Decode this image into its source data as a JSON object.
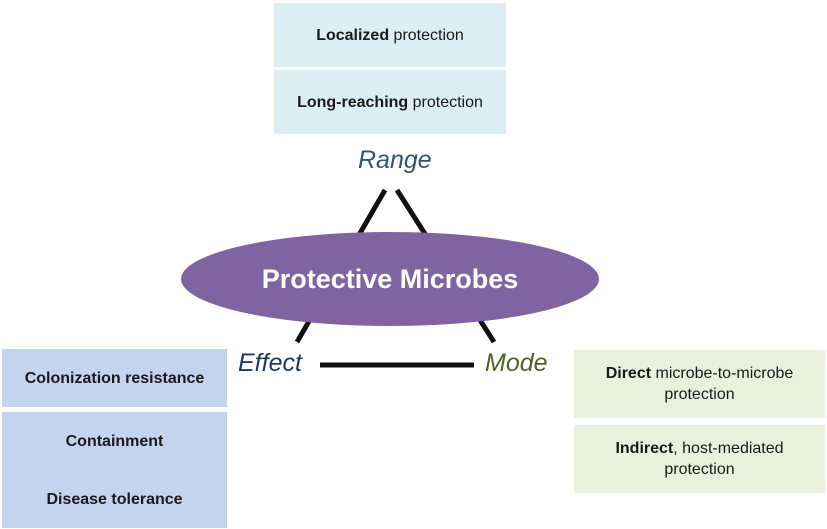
{
  "center": {
    "label": "Protective Microbes"
  },
  "axes": {
    "range": "Range",
    "effect": "Effect",
    "mode": "Mode"
  },
  "range_items": [
    {
      "bold": "Localized",
      "rest": " protection"
    },
    {
      "bold": "Long-reaching",
      "rest": " protection"
    }
  ],
  "effect_items": [
    {
      "label": "Colonization resistance"
    },
    {
      "label": "Containment"
    },
    {
      "label": "Disease tolerance"
    }
  ],
  "mode_items": [
    {
      "bold": "Direct",
      "rest": " microbe-to-microbe protection"
    },
    {
      "bold": "Indirect",
      "rest": ", host-mediated protection"
    }
  ],
  "colors": {
    "ellipse": "#8064a2",
    "range_label": "#31576e",
    "effect_label": "#1f3864",
    "mode_label": "#4f6228",
    "range_box": "#daeef3",
    "effect_box": "#c5d4ee",
    "mode_box": "#e9f0dc"
  }
}
